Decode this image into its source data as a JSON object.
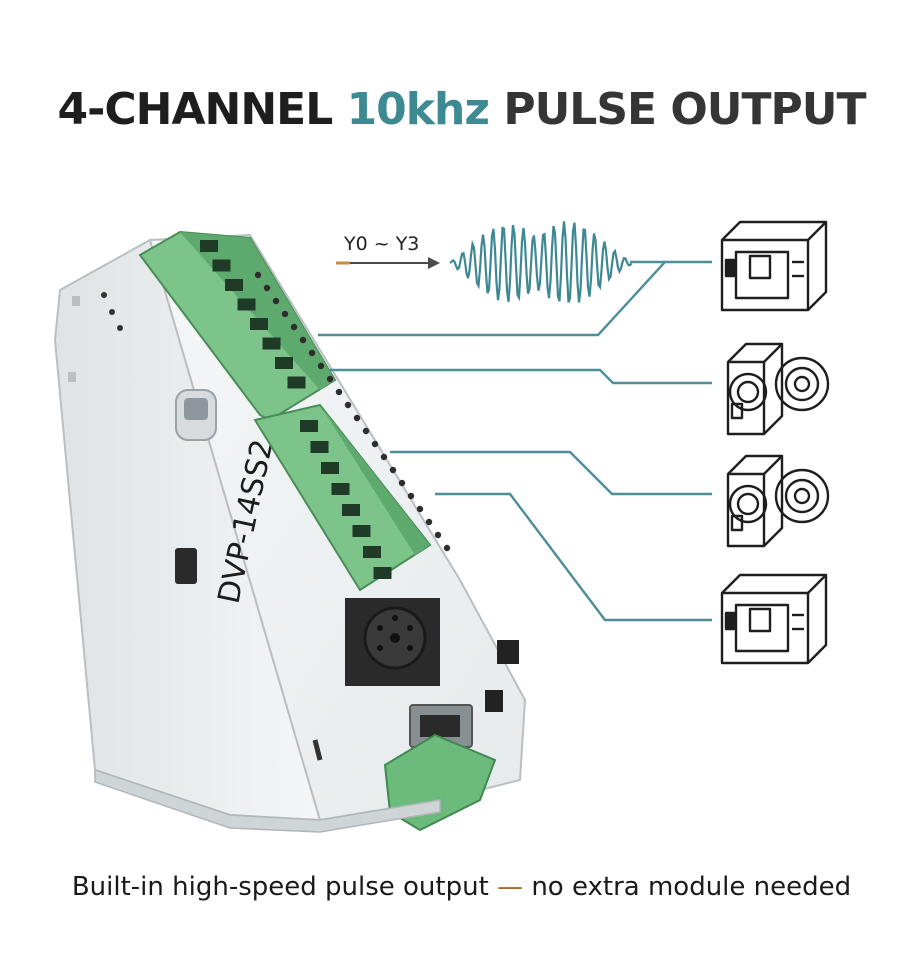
{
  "headline": {
    "part1": "4-CHANNEL ",
    "part2": "10khz",
    "part3": " PULSE OUTPUT"
  },
  "signal": {
    "label": "Y0 ~ Y3"
  },
  "device": {
    "model": "DVP-14SS2"
  },
  "caption": {
    "part1": "Built-in high-speed pulse output",
    "dash": " — ",
    "part2": "no extra module needed"
  },
  "colors": {
    "accent": "#3d8a92",
    "terminal_green": "#7cc48a",
    "line": "#4d8e98",
    "arrow_tail": "#c98a3a"
  },
  "icons": [
    "stepper-motor-icon",
    "servo-motor-icon",
    "servo-motor-icon",
    "stepper-motor-icon"
  ]
}
